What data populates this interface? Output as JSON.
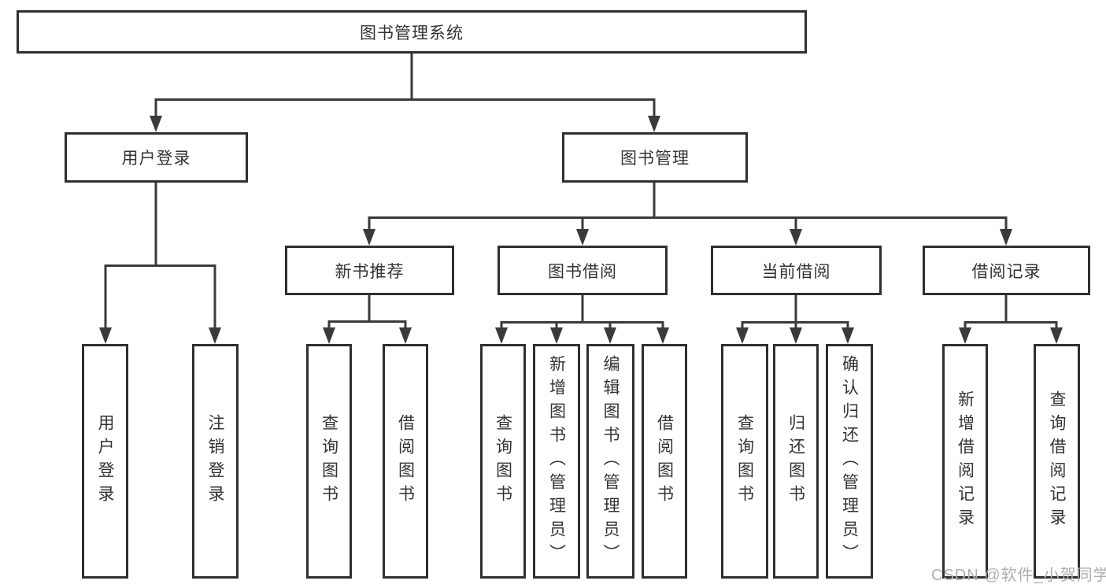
{
  "diagram": {
    "root": {
      "label": "图书管理系统"
    },
    "branches": [
      {
        "label": "用户登录",
        "children": [
          {
            "label": "用户登录"
          },
          {
            "label": "注销登录"
          }
        ]
      },
      {
        "label": "图书管理",
        "sections": [
          {
            "label": "新书推荐",
            "children": [
              {
                "label": "查询图书"
              },
              {
                "label": "借阅图书"
              }
            ]
          },
          {
            "label": "图书借阅",
            "children": [
              {
                "label": "查询图书"
              },
              {
                "label": "新增图书（管理员）"
              },
              {
                "label": "编辑图书（管理员）"
              },
              {
                "label": "借阅图书"
              }
            ]
          },
          {
            "label": "当前借阅",
            "children": [
              {
                "label": "查询图书"
              },
              {
                "label": "归还图书"
              },
              {
                "label": "确认归还（管理员）"
              }
            ]
          },
          {
            "label": "借阅记录",
            "children": [
              {
                "label": "新增借阅记录"
              },
              {
                "label": "查询借阅记录"
              }
            ]
          }
        ]
      }
    ]
  },
  "watermark": {
    "text": "CSDN @软件_小贺同学"
  },
  "colors": {
    "box_border": "#2f2f2f",
    "connector_line": "#3a3a3a",
    "text": "#333333",
    "watermark": "#aeaeae",
    "background": "#ffffff"
  }
}
